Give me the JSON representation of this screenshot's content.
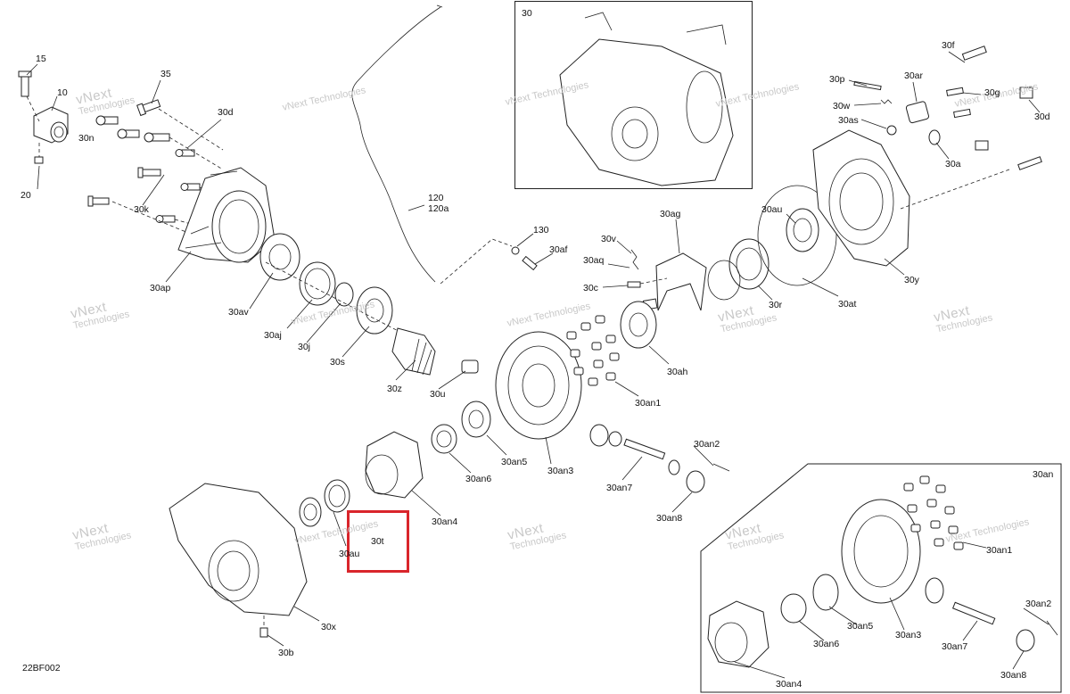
{
  "diagram": {
    "drawing_code": "22BF002",
    "inset_labels": {
      "top": "30",
      "bottom_right": "30an"
    },
    "highlight_label": "30t",
    "watermark": {
      "line1": "vNext",
      "line2": "Technologies",
      "combined": "vNext Technologies"
    },
    "callouts": [
      "15",
      "10",
      "20",
      "35",
      "30n",
      "30d",
      "30k",
      "30ap",
      "30av",
      "30aj",
      "30j",
      "30s",
      "30z",
      "30u",
      "120",
      "120a",
      "130",
      "30af",
      "30v",
      "30aq",
      "30c",
      "30ag",
      "30au",
      "30r",
      "30at",
      "30ah",
      "30an1",
      "30an5",
      "30an3",
      "30an6",
      "30an4",
      "30an2",
      "30an7",
      "30an8",
      "30x",
      "30b",
      "30f",
      "30ar",
      "30p",
      "30g",
      "30w",
      "30as",
      "30a",
      "30y"
    ],
    "inset_bottom_callouts": [
      "30an1",
      "30an5",
      "30an6",
      "30an3",
      "30an2",
      "30an7",
      "30an8",
      "30an4"
    ]
  }
}
